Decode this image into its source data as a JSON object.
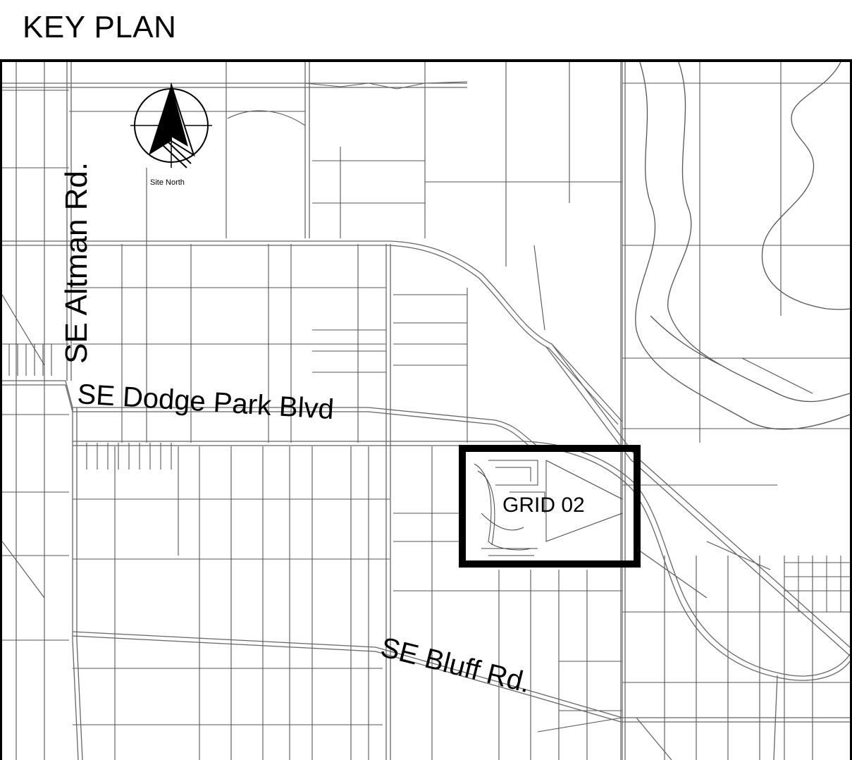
{
  "header": {
    "title": "KEY PLAN"
  },
  "map": {
    "roads": {
      "altman": "SE Altman Rd.",
      "dodge_park": "SE Dodge Park Blvd",
      "bluff": "SE Bluff Rd."
    },
    "north_arrow": {
      "label": "Site North",
      "icon": "north-arrow-icon"
    },
    "grid_box": {
      "label": "GRID 02"
    },
    "colors": {
      "line": "#555555",
      "road": "#666666",
      "ink": "#000000"
    }
  }
}
